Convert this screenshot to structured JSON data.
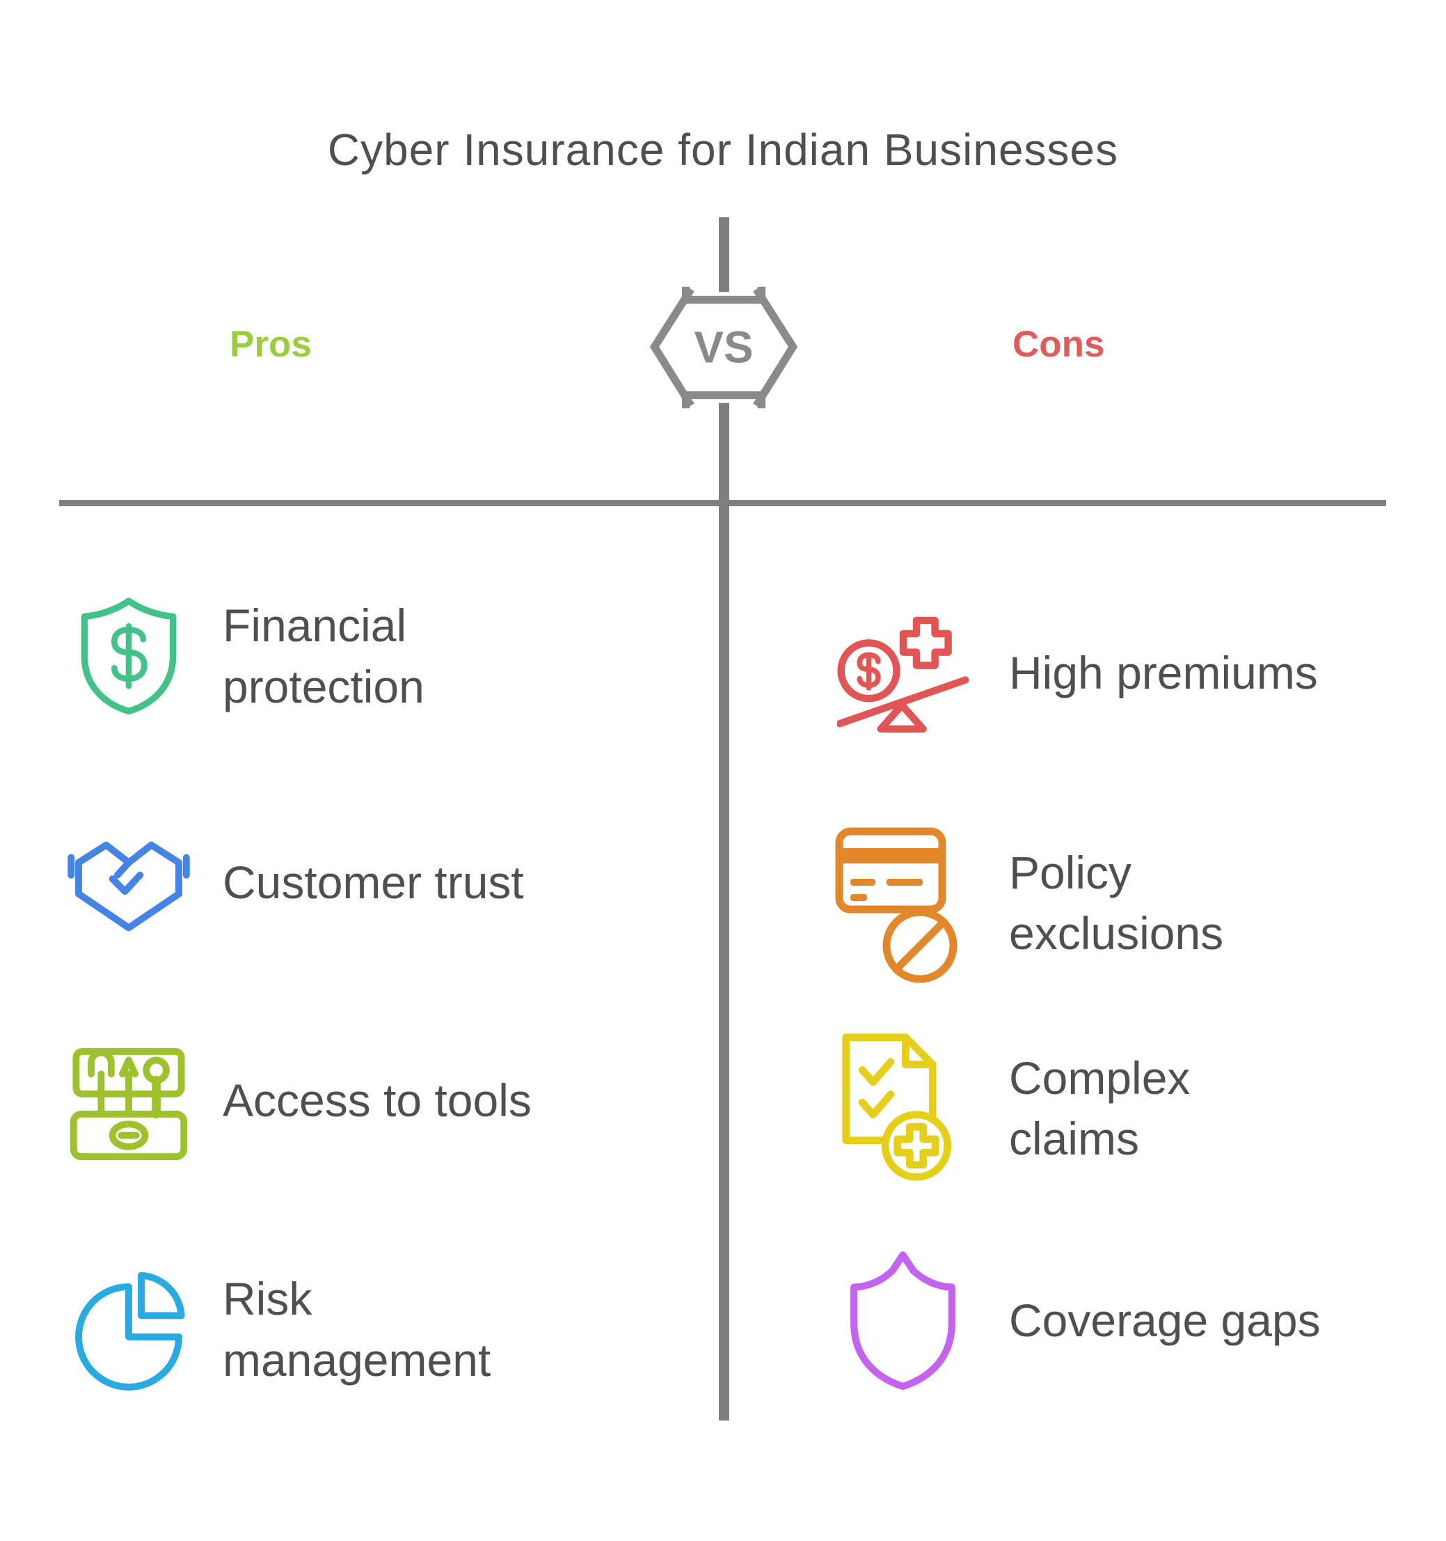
{
  "title": "Cyber Insurance for Indian Businesses",
  "vs_badge": {
    "label": "VS",
    "color": "#8a8a8a"
  },
  "divider_color": "#7f7f7f",
  "text_color": "#4f4f4f",
  "pros_column": {
    "header": {
      "label": "Pros",
      "color": "#9acc3b"
    },
    "items": [
      {
        "label": "Financial\nprotection",
        "icon": "shield-dollar-icon",
        "color": "#42c289"
      },
      {
        "label": "Customer trust",
        "icon": "handshake-icon",
        "color": "#4583e6"
      },
      {
        "label": "Access to tools",
        "icon": "toolbox-icon",
        "color": "#9dc22e"
      },
      {
        "label": "Risk\nmanagement",
        "icon": "pie-chart-icon",
        "color": "#29abe2"
      }
    ]
  },
  "cons_column": {
    "header": {
      "label": "Cons",
      "color": "#e05c5c"
    },
    "items": [
      {
        "label": "High premiums",
        "icon": "money-scale-icon",
        "color": "#e25555"
      },
      {
        "label": "Policy\nexclusions",
        "icon": "card-blocked-icon",
        "color": "#e2882b"
      },
      {
        "label": "Complex\nclaims",
        "icon": "claim-checklist-icon",
        "color": "#e6cf1a"
      },
      {
        "label": "Coverage gaps",
        "icon": "shield-outline-icon",
        "color": "#c363f0"
      }
    ]
  }
}
